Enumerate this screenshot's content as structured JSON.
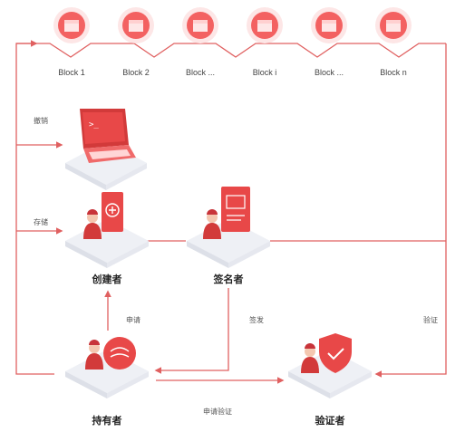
{
  "blocks": [
    {
      "label": "Block 1"
    },
    {
      "label": "Block 2"
    },
    {
      "label": "Block ..."
    },
    {
      "label": "Block i"
    },
    {
      "label": "Block ..."
    },
    {
      "label": "Block n"
    }
  ],
  "edges": {
    "revoke": "撤销",
    "store": "存储",
    "apply": "申请",
    "issue": "签发",
    "verify": "验证",
    "apply_verify": "申请验证"
  },
  "roles": {
    "creator": "创建者",
    "signer": "签名者",
    "holder": "持有者",
    "verifier": "验证者"
  },
  "colors": {
    "accent": "#e84848",
    "accent_dark": "#c8343a",
    "platform": "#f2f3f7",
    "line": "#e06060"
  }
}
